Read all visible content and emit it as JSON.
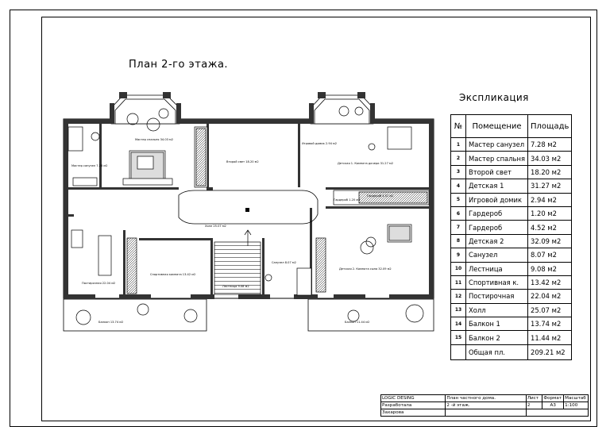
{
  "plan_title": "План 2-го этажа.",
  "explication": {
    "title": "Экспликация",
    "headers": {
      "num": "№",
      "room": "Помещение",
      "area": "Площадь"
    },
    "rows": [
      {
        "num": "1",
        "room": "Мастер санузел",
        "area": "7.28 м2"
      },
      {
        "num": "2",
        "room": "Мастер спальня",
        "area": "34.03 м2"
      },
      {
        "num": "3",
        "room": "Второй свет",
        "area": "18.20 м2"
      },
      {
        "num": "4",
        "room": "Детская 1",
        "area": "31.27 м2"
      },
      {
        "num": "5",
        "room": "Игровой домик",
        "area": "2.94 м2"
      },
      {
        "num": "6",
        "room": "Гардероб",
        "area": "1.20 м2"
      },
      {
        "num": "7",
        "room": "Гардероб",
        "area": "4.52 м2"
      },
      {
        "num": "8",
        "room": "Детская 2",
        "area": "32.09 м2"
      },
      {
        "num": "9",
        "room": "Санузел",
        "area": "8.07 м2"
      },
      {
        "num": "10",
        "room": "Лестница",
        "area": "9.08 м2"
      },
      {
        "num": "11",
        "room": "Спортивная к.",
        "area": "13.42 м2"
      },
      {
        "num": "12",
        "room": "Постирочная",
        "area": "22.04 м2"
      },
      {
        "num": "13",
        "room": "Холл",
        "area": "25.07 м2"
      },
      {
        "num": "14",
        "room": "Балкон 1",
        "area": "13.74 м2"
      },
      {
        "num": "15",
        "room": "Балкон 2",
        "area": "11.44 м2"
      }
    ],
    "total": {
      "room": "Общая пл.",
      "area": "209.21 м2"
    }
  },
  "room_labels": {
    "master_bath": "Мастер санузел 7.28 м2",
    "master_bed": "Мастер спальня 34.03 м2",
    "second_light": "Второй свет 18.20 м2",
    "play_house": "Игровой домик 2.94 м2",
    "kids1": "Детская 1. Комната дочери 31.27 м2",
    "wardrobe1": "Гардероб 1.20 м2",
    "wardrobe2": "Гардероб 4.52 м2",
    "hall": "Холл 25.07 м2",
    "laundry": "Постирочная 22.04 м2",
    "sport": "Спортивная комната 13.42 м2",
    "stairs": "Лестница 9.08 м2",
    "bath": "Санузел 8.07 м2",
    "kids2": "Детская 2. Комната сына 32.09 м2",
    "balcony1": "Балкон 13.74 м2",
    "balcony2": "Балкон 11.44 м2"
  },
  "stamp": {
    "company": "LOGIC DESING",
    "developed": "Разработала",
    "name_row": "Захарова",
    "title1": "План частного дома.",
    "title2": "2 -й этаж.",
    "h_sheet": "Лист",
    "h_format": "Формат",
    "h_scale": "Масштаб",
    "v_sheet": "2",
    "v_format": "А3",
    "v_scale": "1:100"
  }
}
